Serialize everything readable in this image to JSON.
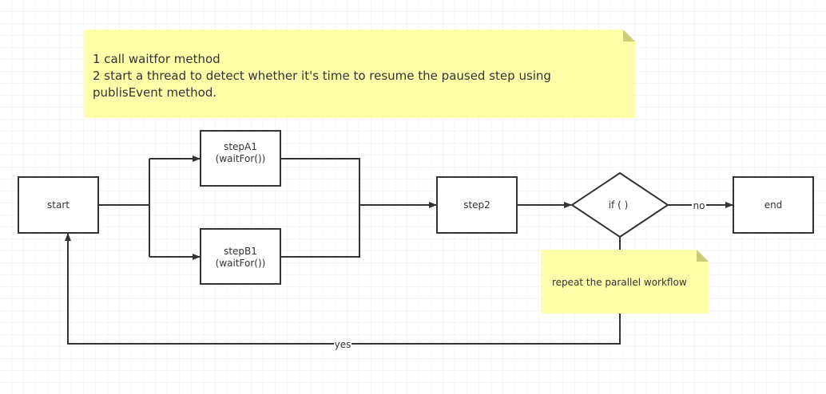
{
  "colors": {
    "note_fill": "#ffffaa",
    "note_fold": "#cccc77",
    "stroke": "#333333",
    "grid": "#e6e6e6"
  },
  "notes": {
    "top": {
      "lines": [
        "1 call waitfor method",
        "2 start a thread to detect whether it's time to resume the paused step using",
        "publisEvent method."
      ]
    },
    "repeat": {
      "text": "repeat the parallel  workflow"
    }
  },
  "nodes": {
    "start": "start",
    "stepA1": {
      "line1": "stepA1",
      "line2": "(waitFor())"
    },
    "stepB1": {
      "line1": "stepB1",
      "line2": "(waitFor())"
    },
    "step2": "step2",
    "decision": "if (  )",
    "end": "end"
  },
  "edges": {
    "no": "no",
    "yes": "yes"
  }
}
